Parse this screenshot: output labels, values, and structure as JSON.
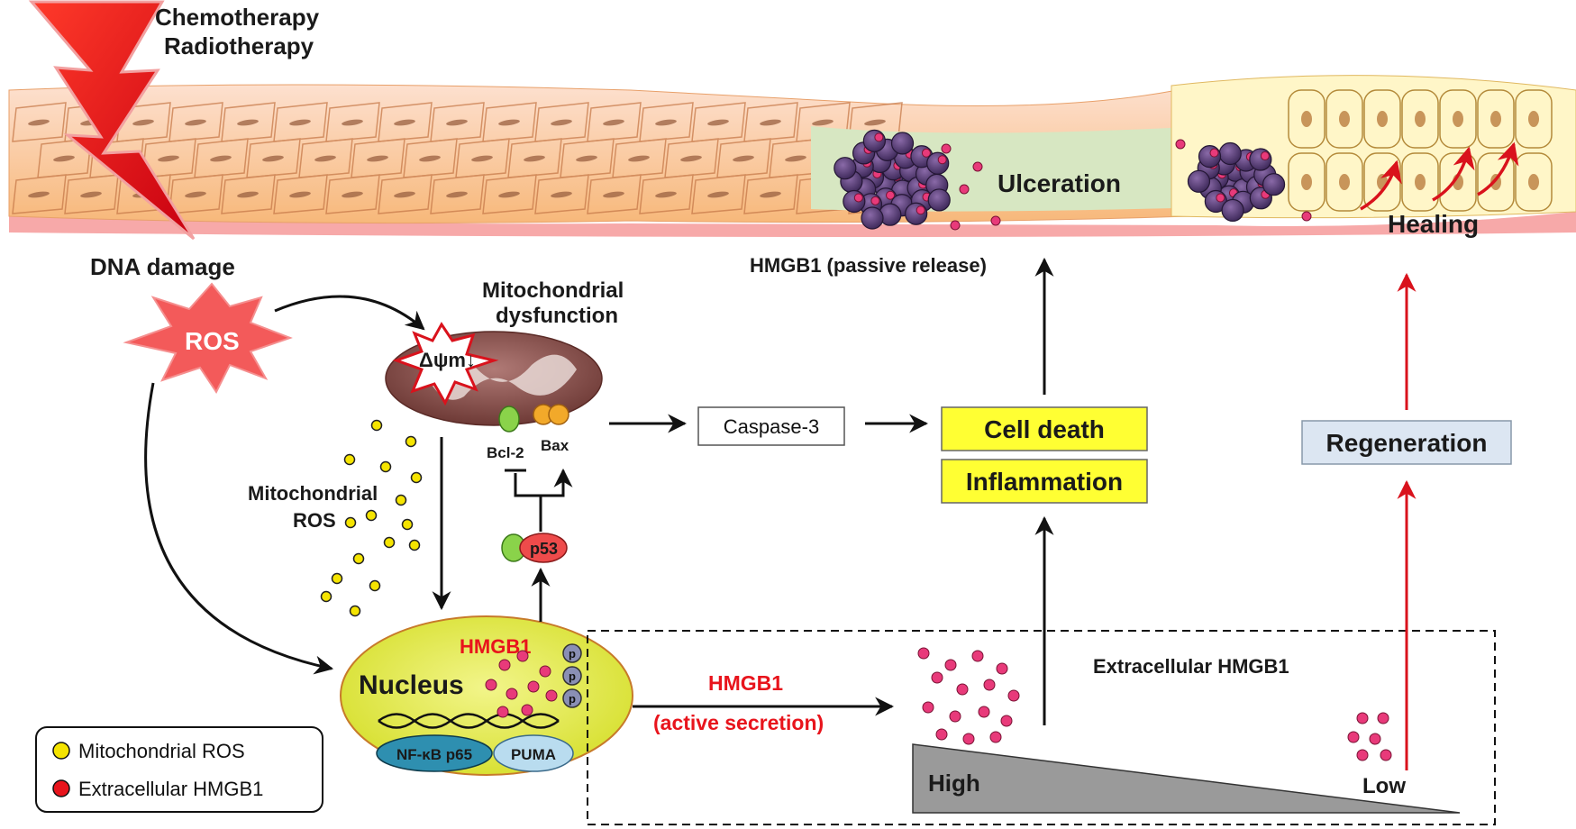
{
  "treatment": {
    "line1": "Chemotherapy",
    "line2": "Radiotherapy"
  },
  "dna_damage": "DNA damage",
  "ros": "ROS",
  "mito": {
    "title_line1": "Mitochondrial",
    "title_line2": "dysfunction",
    "delta_psi": "Δψm↓",
    "bcl2": "Bcl-2",
    "bax": "Bax",
    "p53": "p53",
    "ros_line1": "Mitochondrial",
    "ros_line2": "ROS"
  },
  "caspase": "Caspase-3",
  "cell_death": "Cell death",
  "inflammation": "Inflammation",
  "hmgb1_passive": "HMGB1 (passive release)",
  "ulceration": "Ulceration",
  "healing": "Healing",
  "regeneration": "Regeneration",
  "nucleus": {
    "label": "Nucleus",
    "hmgb1": "HMGB1",
    "nfkb": "NF-κB p65",
    "puma": "PUMA",
    "p_badge": "p"
  },
  "secretion": {
    "line1": "HMGB1",
    "line2": "(active secretion)"
  },
  "extracellular": {
    "title": "Extracellular HMGB1",
    "high": "High",
    "low": "Low"
  },
  "legend": {
    "items": [
      {
        "label": "Mitochondrial ROS",
        "color": "#f5e400"
      },
      {
        "label": "Extracellular HMGB1",
        "color": "#e8141c"
      }
    ]
  },
  "colors": {
    "arrow_black": "#111111",
    "arrow_red": "#d9121c",
    "yellow_box": "#ffff33",
    "regen_box": "#dce6f2",
    "hmgb1_particle": "#e83a7a",
    "ros_dot": "#f5e400",
    "nucleus_fill": "#e6ec45",
    "ulcer_fill": "#d7e7c2"
  }
}
